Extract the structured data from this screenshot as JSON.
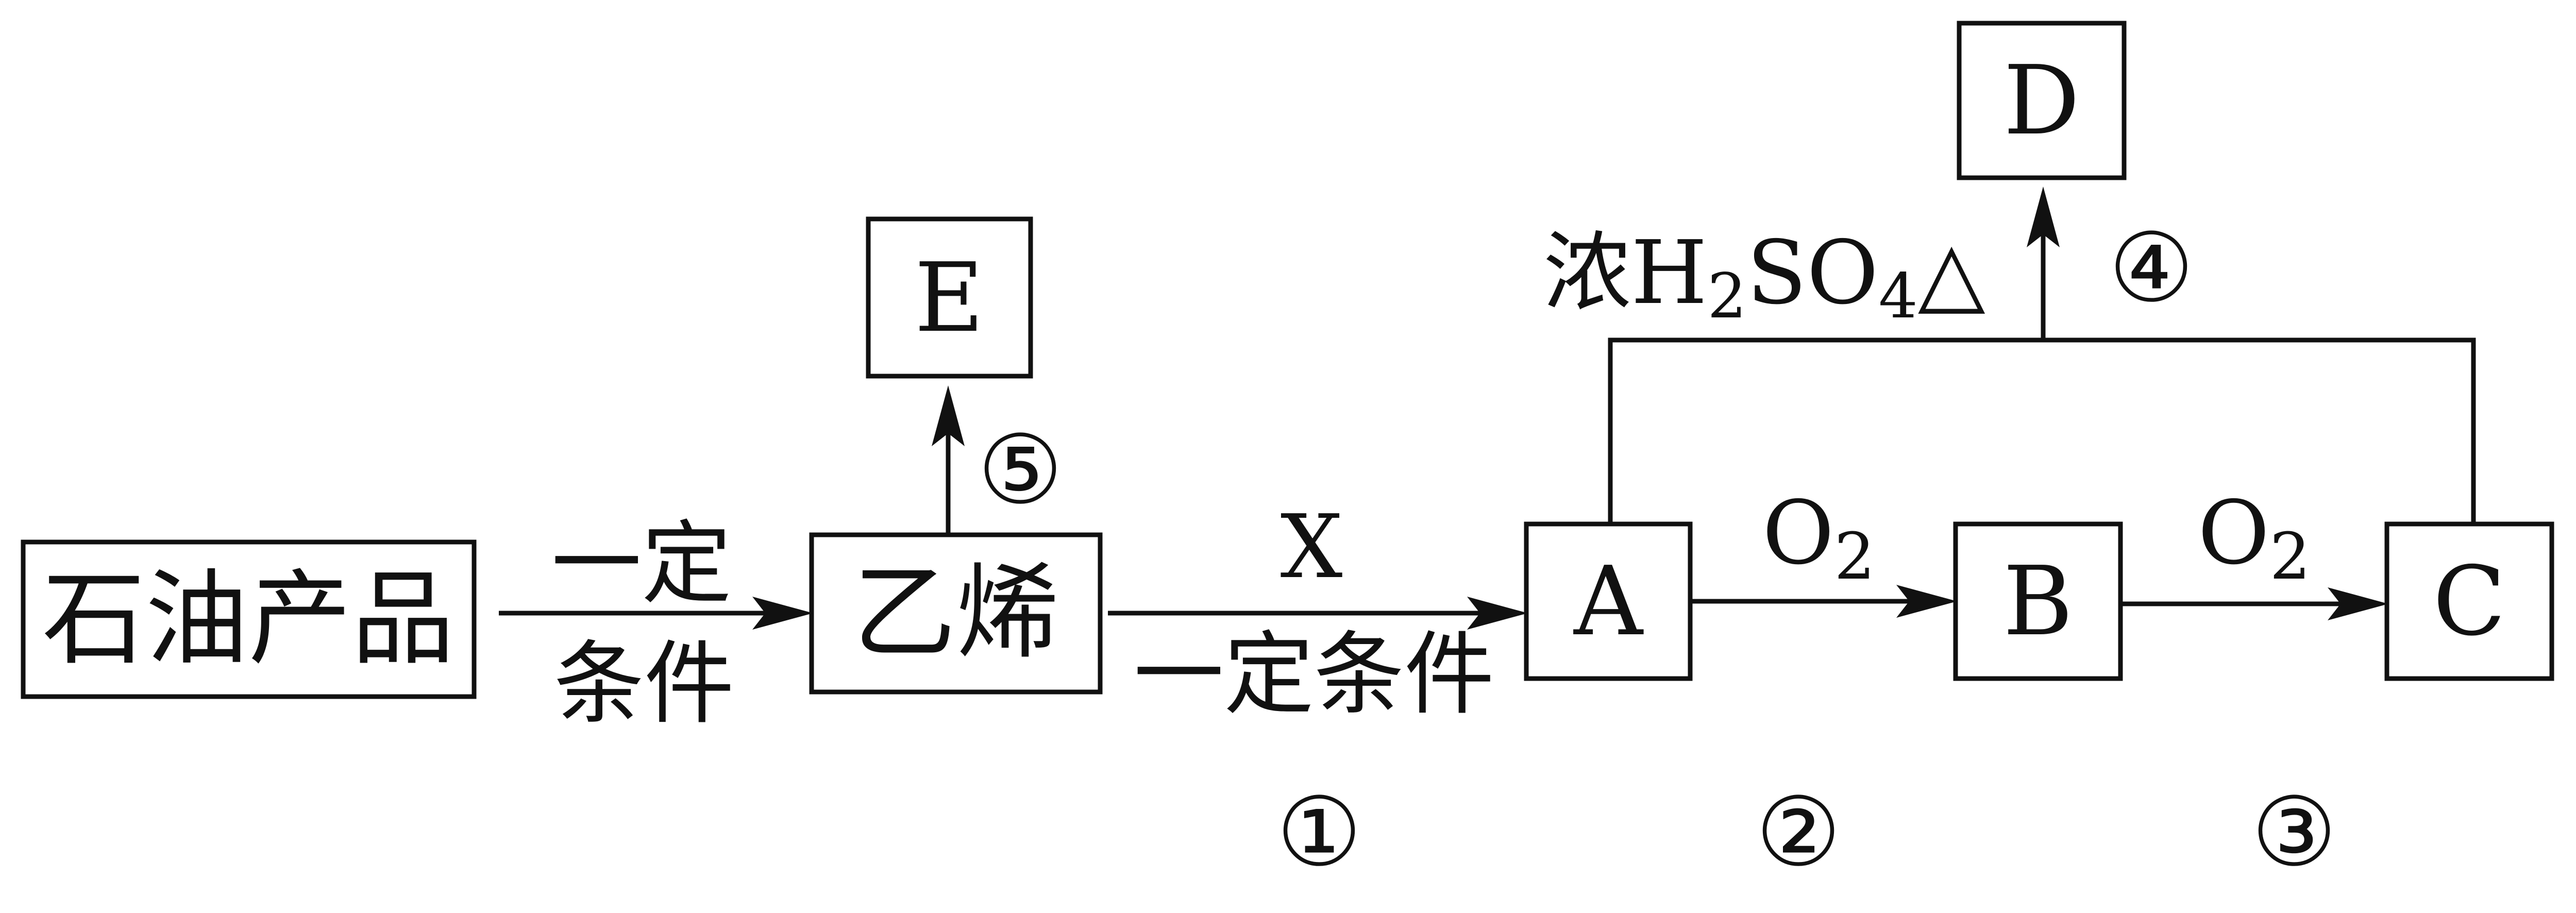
{
  "nodes": {
    "petroleum": "石油产品",
    "ethylene": "乙烯",
    "A": "A",
    "B": "B",
    "C": "C",
    "D": "D",
    "E": "E"
  },
  "edges": {
    "petroleum_to_ethylene": {
      "top": "一定",
      "bottom": "条件"
    },
    "ethylene_to_A": {
      "top": "X",
      "bottom": "一定条件",
      "step": "①"
    },
    "A_to_B": {
      "reagent": "O",
      "subscript": "2",
      "step": "②"
    },
    "B_to_C": {
      "reagent": "O",
      "subscript": "2",
      "step": "③"
    },
    "to_D": {
      "prefix": "浓",
      "formula": {
        "h": "H",
        "h_sub": "2",
        "so": "SO",
        "o_sub": "4"
      },
      "heat": "△",
      "step": "④"
    },
    "ethylene_to_E": {
      "step": "⑤"
    }
  }
}
